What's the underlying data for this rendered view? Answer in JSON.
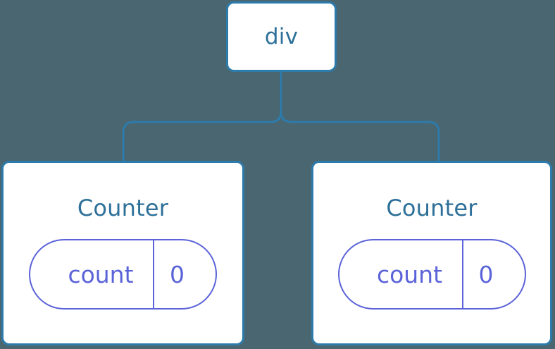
{
  "diagram": {
    "type": "component-tree",
    "background_color": "#4a6670",
    "edge_color": "#2d7bab",
    "node_border_color": "#2d7bab",
    "node_fill_color": "#ffffff",
    "node_text_color": "#2d7099",
    "state_color": "#5b63d8"
  },
  "root": {
    "label": "div"
  },
  "children": [
    {
      "title": "Counter",
      "state": {
        "key": "count",
        "value": "0"
      }
    },
    {
      "title": "Counter",
      "state": {
        "key": "count",
        "value": "0"
      }
    }
  ]
}
